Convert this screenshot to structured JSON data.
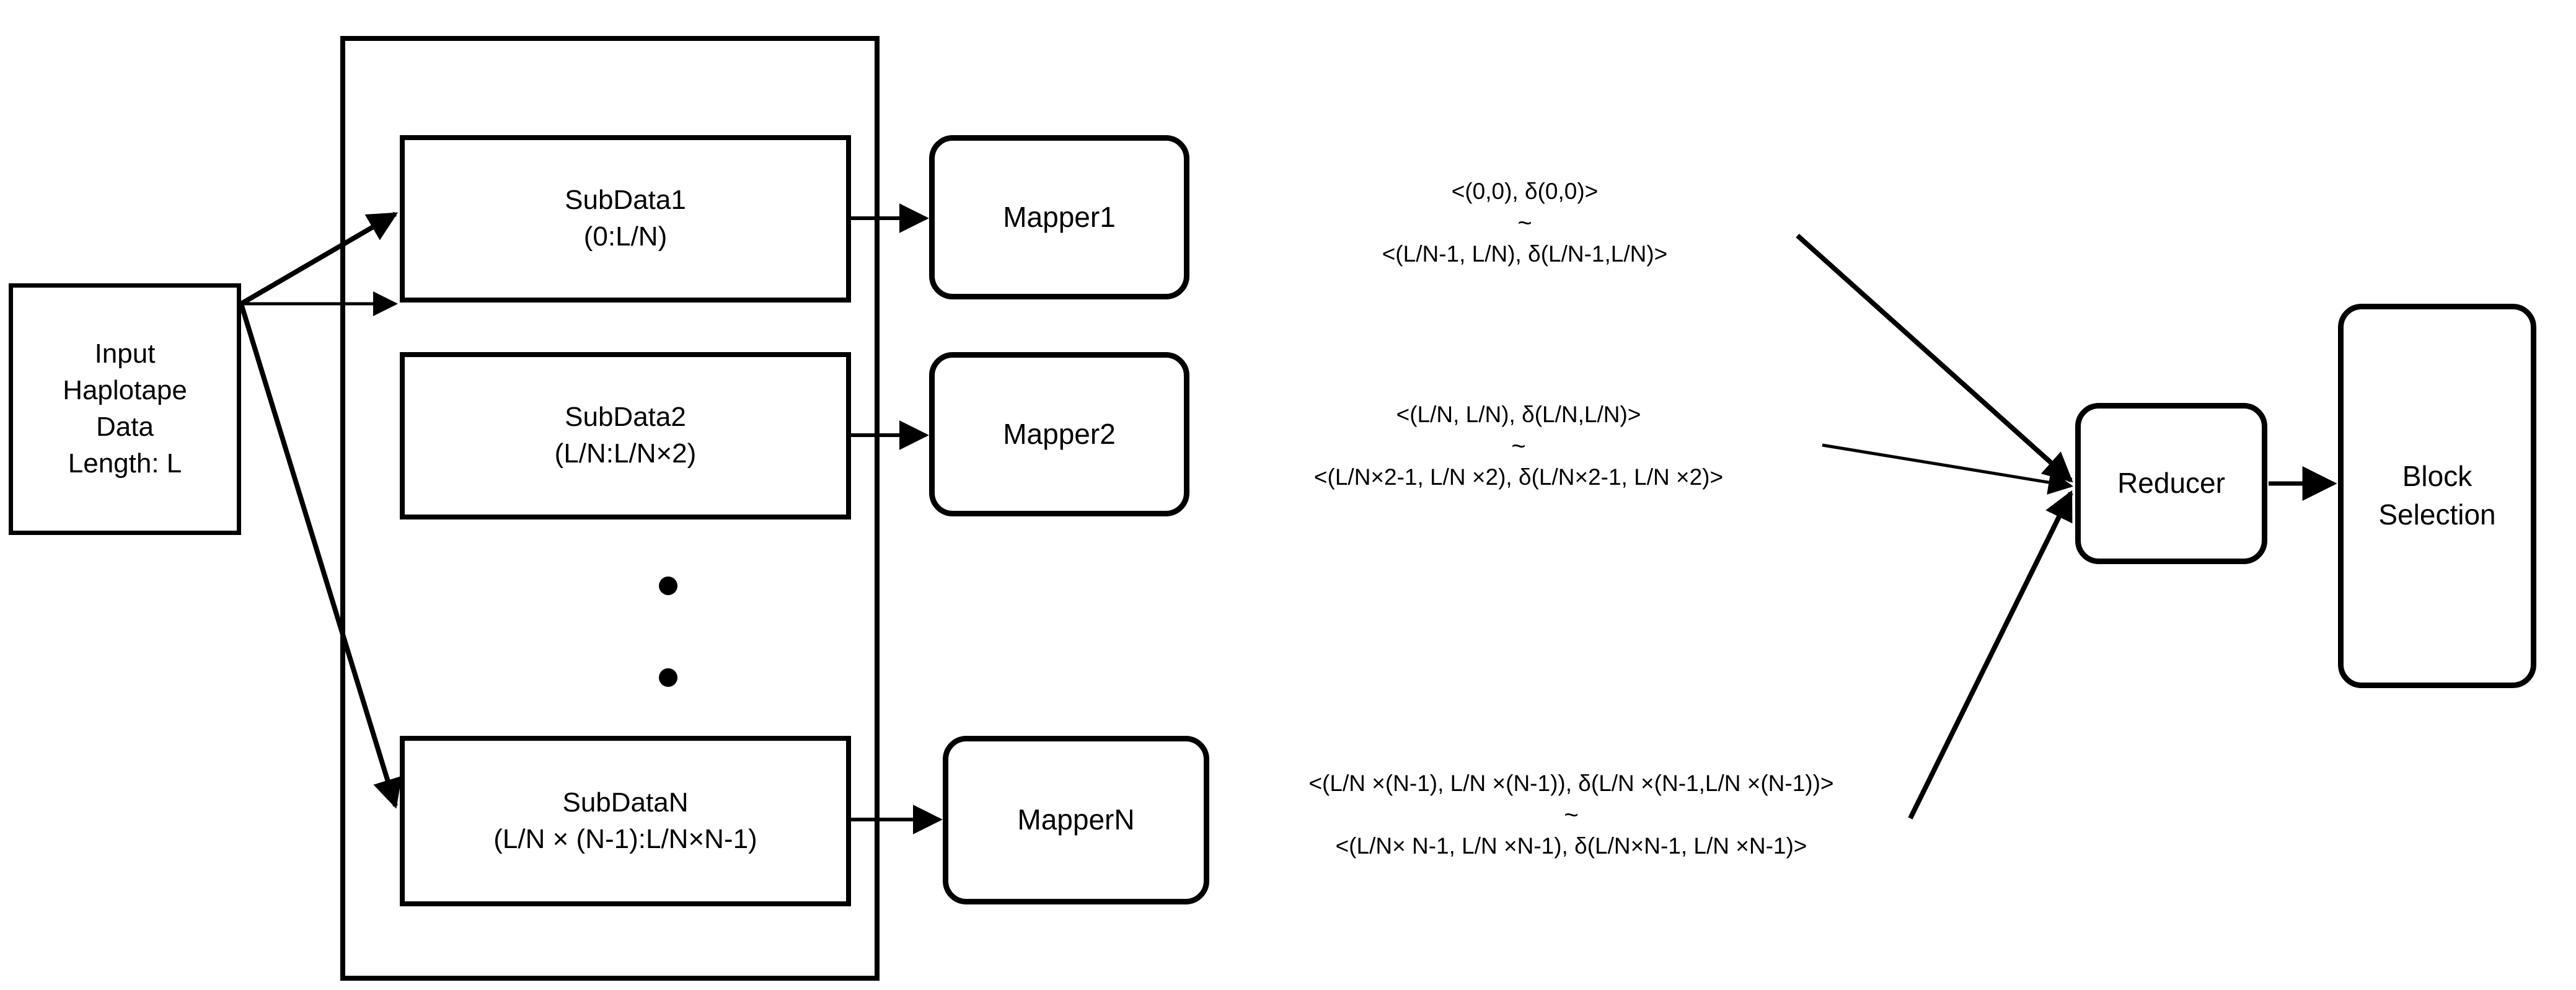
{
  "diagram": {
    "title": "MapReduce haplotype block partitioning and selection",
    "stroke_color": "#000000",
    "background_color": "#ffffff"
  },
  "input": {
    "lines": [
      "Input",
      "Haplotape",
      "Data",
      "Length: L"
    ]
  },
  "partition": {
    "subdata": [
      {
        "name": "SubData1",
        "range": "(0:L/N)"
      },
      {
        "name": "SubData2",
        "range": "(L/N:L/N×2)"
      },
      {
        "name": "SubDataN",
        "range": "(L/N × (N-1):L/N×N-1)"
      }
    ],
    "ellipsis": "•"
  },
  "mappers": [
    {
      "label": "Mapper1"
    },
    {
      "label": "Mapper2"
    },
    {
      "label": "MapperN"
    }
  ],
  "key_value_groups": [
    {
      "first": "<(0,0), δ(0,0)>",
      "tilde": "~",
      "last": "<(L/N-1, L/N), δ(L/N-1,L/N)>"
    },
    {
      "first": "<(L/N, L/N), δ(L/N,L/N)>",
      "tilde": "~",
      "last": "<(L/N×2-1, L/N ×2), δ(L/N×2-1, L/N ×2)>"
    },
    {
      "first": "<(L/N ×(N-1), L/N ×(N-1)), δ(L/N ×(N-1,L/N ×(N-1))>",
      "tilde": "~",
      "last": "<(L/N× N-1, L/N ×N-1), δ(L/N×N-1, L/N ×N-1)>"
    }
  ],
  "reducer": {
    "label": "Reducer"
  },
  "block_selection": {
    "lines": [
      "Block",
      "Selection"
    ]
  }
}
